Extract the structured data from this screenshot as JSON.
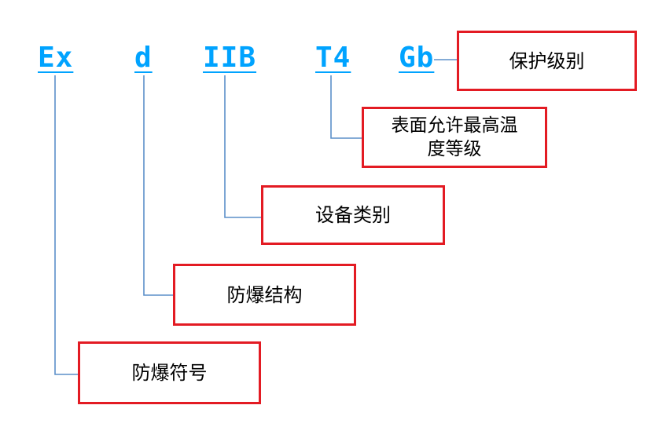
{
  "codes": {
    "ex": "Ex",
    "d": "d",
    "iib": "IIB",
    "t4": "T4",
    "gb": "Gb"
  },
  "labels": {
    "protection_level": "保护级别",
    "max_surface_temp_class": "表面允许最高温度等级",
    "equipment_category": "设备类别",
    "explosion_proof_structure": "防爆结构",
    "explosion_proof_symbol": "防爆符号"
  },
  "colors": {
    "code_text": "#00A3FF",
    "leader_line": "#5b8fc9",
    "box_border": "#e31b23"
  }
}
